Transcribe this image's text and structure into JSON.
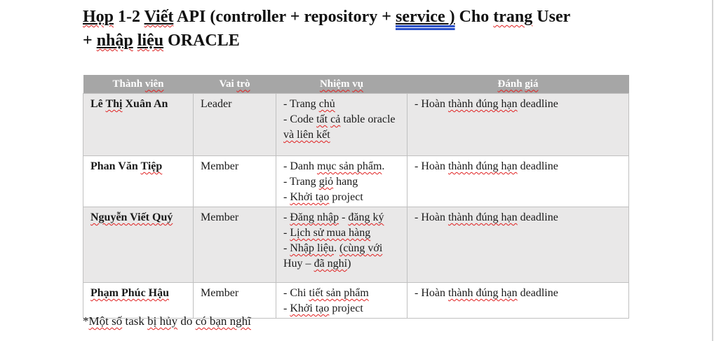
{
  "page": {
    "title_lines": [
      [
        {
          "t": "Họp",
          "u": "un sp"
        },
        {
          "t": " 1-2 "
        },
        {
          "t": "Viết",
          "u": "un sp"
        },
        {
          "t": " API (controller + repository + "
        },
        {
          "t": "service )",
          "u": "un gr"
        },
        {
          "t": " Cho "
        },
        {
          "t": "trang",
          "u": "sp"
        },
        {
          "t": " User"
        }
      ],
      [
        {
          "t": "+ "
        },
        {
          "t": "nhập",
          "u": "un sp"
        },
        {
          "t": " "
        },
        {
          "t": "liệu",
          "u": "un sp"
        },
        {
          "t": " ORACLE"
        }
      ]
    ],
    "footnote": [
      {
        "t": "*"
      },
      {
        "t": "Một số",
        "u": "sp"
      },
      {
        "t": " task "
      },
      {
        "t": "bị hủy",
        "u": "sp"
      },
      {
        "t": " do "
      },
      {
        "t": "có bạn nghĩ",
        "u": "sp"
      }
    ],
    "colors": {
      "header_bg": "#a6a6a6",
      "header_text": "#ffffff",
      "band_bg": "#e9e8e8",
      "border": "#c0c0c0",
      "spell_red": "#e02020",
      "grammar_blue": "#2b50c8",
      "text": "#1a1a1a",
      "page_edge": "#d4d4d4"
    }
  },
  "table": {
    "headers": [
      [
        {
          "t": "Thành "
        },
        {
          "t": "viên",
          "u": "sp"
        }
      ],
      [
        {
          "t": "Vai "
        },
        {
          "t": "trò",
          "u": "sp"
        }
      ],
      [
        {
          "t": "Nhiệm",
          "u": "sp"
        },
        {
          "t": " "
        },
        {
          "t": "vụ",
          "u": "sp"
        }
      ],
      [
        {
          "t": "Đánh",
          "u": "sp"
        },
        {
          "t": " "
        },
        {
          "t": "giá",
          "u": "sp"
        }
      ]
    ],
    "rows": [
      {
        "name": [
          {
            "t": "Lê "
          },
          {
            "t": "Thị",
            "u": "sp"
          },
          {
            "t": " Xuân An"
          }
        ],
        "role": [
          {
            "t": "Leader"
          }
        ],
        "tasks": [
          [
            {
              "t": "- Trang "
            },
            {
              "t": "chủ",
              "u": "sp"
            }
          ],
          [
            {
              "t": "- Code "
            },
            {
              "t": "tất",
              "u": "sp"
            },
            {
              "t": " "
            },
            {
              "t": "cả",
              "u": "sp"
            },
            {
              "t": " table oracle"
            }
          ],
          [
            {
              "t": "và liên kết",
              "u": "sp"
            }
          ]
        ],
        "review": [
          {
            "t": "- Hoàn "
          },
          {
            "t": "thành đúng hạn",
            "u": "sp"
          },
          {
            "t": " deadline"
          }
        ]
      },
      {
        "name": [
          {
            "t": "Phan Văn "
          },
          {
            "t": "Tiệp",
            "u": "sp"
          }
        ],
        "role": [
          {
            "t": "Member"
          }
        ],
        "tasks": [
          [
            {
              "t": "- Danh "
            },
            {
              "t": "mục sản phẩm",
              "u": "sp"
            },
            {
              "t": "."
            }
          ],
          [
            {
              "t": "- Trang "
            },
            {
              "t": "giỏ",
              "u": "sp"
            },
            {
              "t": " hang"
            }
          ],
          [
            {
              "t": "- "
            },
            {
              "t": "Khởi tạo",
              "u": "sp"
            },
            {
              "t": " project"
            }
          ]
        ],
        "review": [
          {
            "t": "- Hoàn "
          },
          {
            "t": "thành đúng hạn",
            "u": "sp"
          },
          {
            "t": " deadline"
          }
        ]
      },
      {
        "name": [
          {
            "t": "Nguyễn Viết Quý",
            "u": "sp"
          }
        ],
        "role": [
          {
            "t": "Member"
          }
        ],
        "tasks": [
          [
            {
              "t": "- "
            },
            {
              "t": "Đăng nhập",
              "u": "sp"
            },
            {
              "t": " - "
            },
            {
              "t": "đăng ký",
              "u": "sp"
            }
          ],
          [
            {
              "t": "- "
            },
            {
              "t": "Lịch sử mua hàng",
              "u": "sp"
            }
          ],
          [
            {
              "t": "- "
            },
            {
              "t": "Nhập liệu",
              "u": "sp"
            },
            {
              "t": ". "
            },
            {
              "t": "(cùng với",
              "u": "sp"
            }
          ],
          [
            {
              "t": "Huy – "
            },
            {
              "t": "đã nghỉ",
              "u": "sp"
            },
            {
              "t": ")"
            }
          ]
        ],
        "review": [
          {
            "t": "- Hoàn "
          },
          {
            "t": "thành đúng hạn",
            "u": "sp"
          },
          {
            "t": " deadline"
          }
        ]
      },
      {
        "name": [
          {
            "t": "Phạm Phúc Hậu",
            "u": "sp"
          }
        ],
        "role": [
          {
            "t": "Member"
          }
        ],
        "tasks": [
          [
            {
              "t": "- Chi "
            },
            {
              "t": "tiết sản phẩm",
              "u": "sp"
            }
          ],
          [
            {
              "t": "- "
            },
            {
              "t": "Khởi tạo",
              "u": "sp"
            },
            {
              "t": " project"
            }
          ]
        ],
        "review": [
          {
            "t": "- Hoàn "
          },
          {
            "t": "thành đúng hạn",
            "u": "sp"
          },
          {
            "t": " deadline"
          }
        ]
      }
    ]
  }
}
